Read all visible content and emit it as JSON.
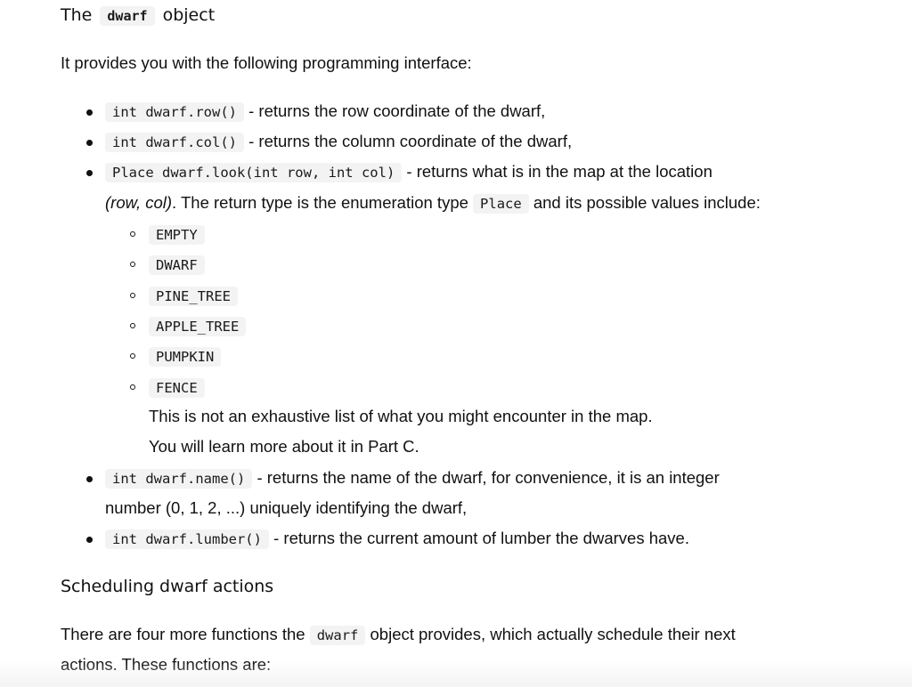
{
  "section_title": {
    "prefix": "The",
    "code": "dwarf",
    "suffix": "object"
  },
  "intro": "It provides you with the following programming interface:",
  "methods": [
    {
      "code": "int dwarf.row()",
      "desc": "- returns the row coordinate of the dwarf,"
    },
    {
      "code": "int dwarf.col()",
      "desc": "- returns the column coordinate of the dwarf,"
    },
    {
      "code": "Place dwarf.look(int row, int col)",
      "desc": "- returns what is in the map at the location",
      "desc2_em": "(row, col)",
      "desc2_a": ". The return type is the enumeration type",
      "desc2_code": "Place",
      "desc2_b": "and its possible values include:"
    },
    {
      "code": "int dwarf.name()",
      "desc": "- returns the name of the dwarf, for convenience, it is an integer",
      "desc2": "number (0, 1, 2, ...) uniquely identifying the dwarf,"
    },
    {
      "code": "int dwarf.lumber()",
      "desc": "- returns the current amount of lumber the dwarves have."
    }
  ],
  "place_values": [
    "EMPTY",
    "DWARF",
    "PINE_TREE",
    "APPLE_TREE",
    "PUMPKIN",
    "FENCE"
  ],
  "place_note_1": "This is not an exhaustive list of what you might encounter in the map.",
  "place_note_2": "You will learn more about it in Part C.",
  "scheduling_title": "Scheduling dwarf actions",
  "scheduling_para": {
    "a": "There are four more functions the",
    "code": "dwarf",
    "b": "object provides, which actually schedule their next",
    "line2": "actions. These functions are:"
  }
}
